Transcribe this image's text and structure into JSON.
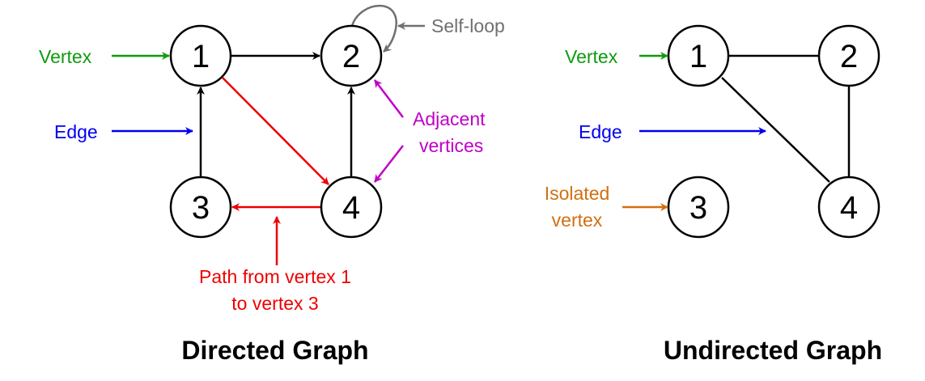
{
  "colors": {
    "vertex": "#109a10",
    "edge": "#0000ee",
    "self_loop": "#707070",
    "adjacent": "#c000c8",
    "path": "#ee0000",
    "isolated": "#d07010",
    "black": "#000000"
  },
  "directed": {
    "title": "Directed Graph",
    "nodes": [
      {
        "id": "1",
        "label": "1"
      },
      {
        "id": "2",
        "label": "2"
      },
      {
        "id": "3",
        "label": "3"
      },
      {
        "id": "4",
        "label": "4"
      }
    ],
    "edges": [
      {
        "from": "1",
        "to": "2",
        "color": "black"
      },
      {
        "from": "3",
        "to": "1",
        "color": "black"
      },
      {
        "from": "4",
        "to": "2",
        "color": "black"
      },
      {
        "from": "1",
        "to": "4",
        "color": "path"
      },
      {
        "from": "4",
        "to": "3",
        "color": "path"
      },
      {
        "from": "2",
        "to": "2",
        "color": "self_loop",
        "type": "self-loop"
      }
    ],
    "annotations": {
      "vertex": "Vertex",
      "edge": "Edge",
      "self_loop": "Self-loop",
      "adjacent_line1": "Adjacent",
      "adjacent_line2": "vertices",
      "path_line1": "Path from vertex 1",
      "path_line2": "to vertex 3"
    }
  },
  "undirected": {
    "title": "Undirected Graph",
    "nodes": [
      {
        "id": "1",
        "label": "1"
      },
      {
        "id": "2",
        "label": "2"
      },
      {
        "id": "3",
        "label": "3"
      },
      {
        "id": "4",
        "label": "4"
      }
    ],
    "edges": [
      {
        "from": "1",
        "to": "2"
      },
      {
        "from": "1",
        "to": "4"
      },
      {
        "from": "2",
        "to": "4"
      }
    ],
    "annotations": {
      "vertex": "Vertex",
      "edge": "Edge",
      "isolated_line1": "Isolated",
      "isolated_line2": "vertex"
    }
  }
}
